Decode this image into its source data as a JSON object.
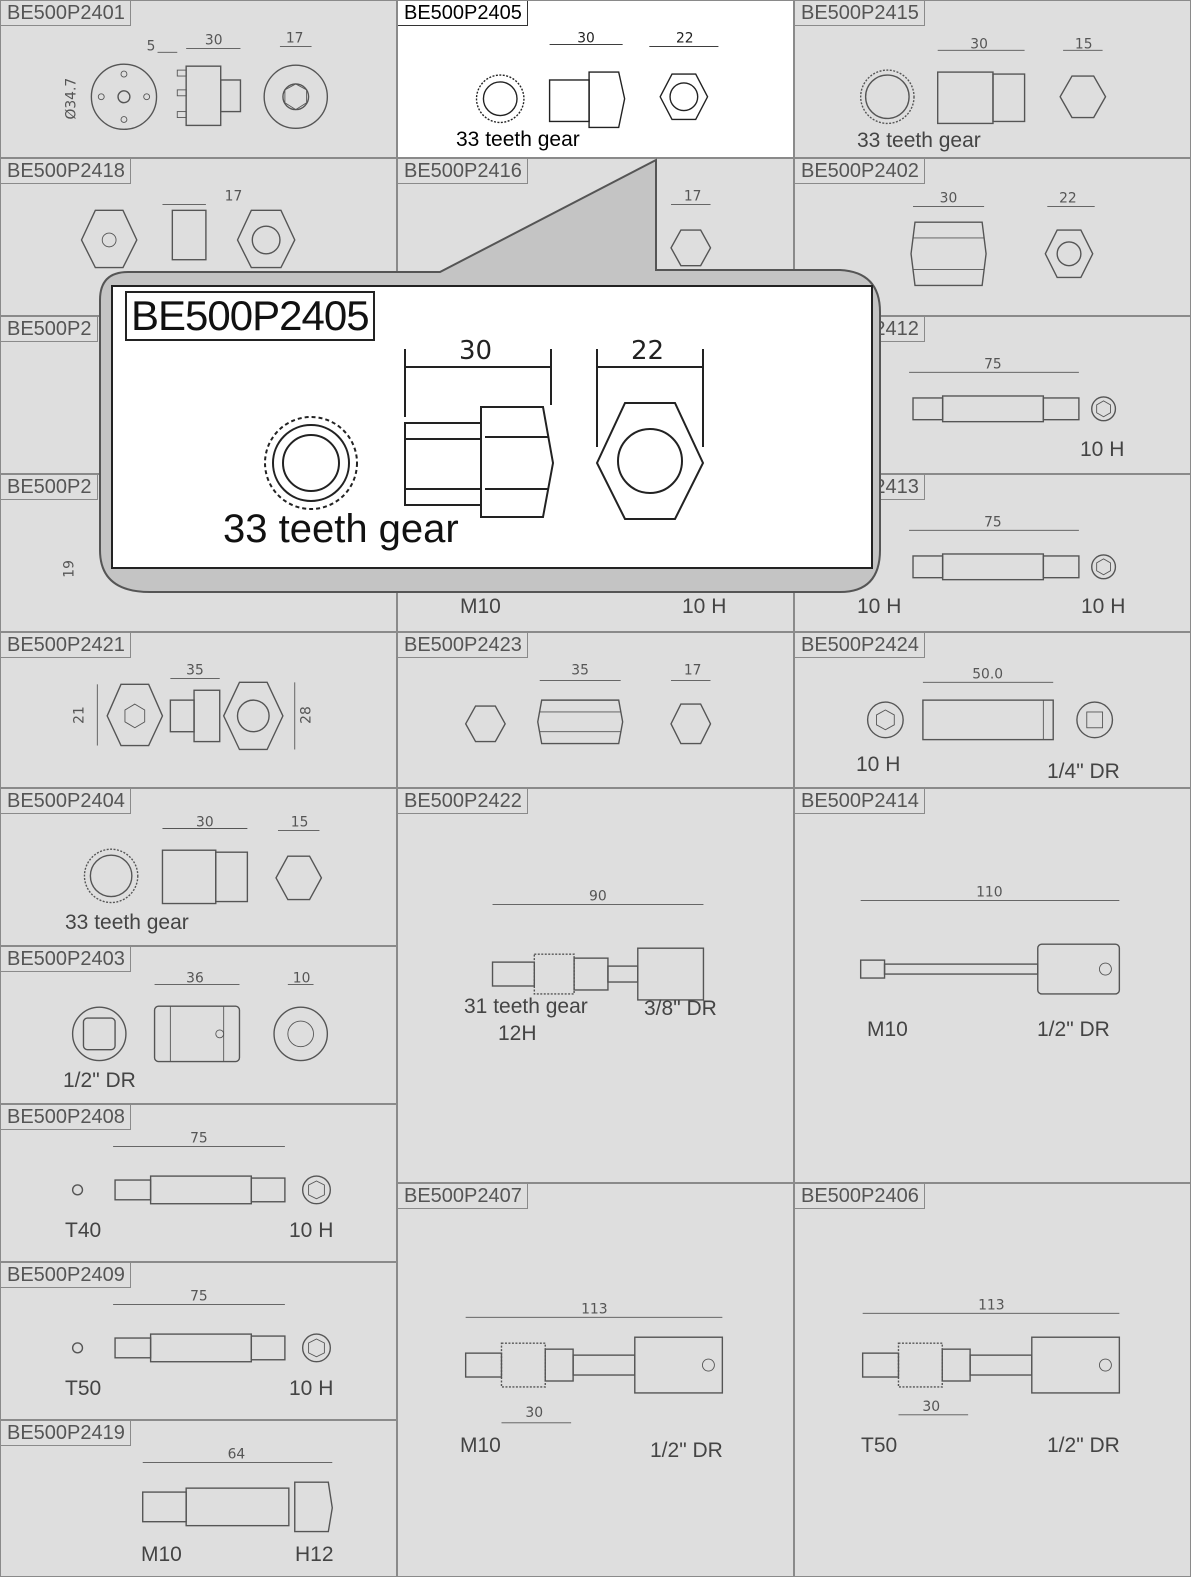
{
  "cells": {
    "p2401": {
      "code": "BE500P2401",
      "dims": [
        "5",
        "30",
        "17",
        "Ø34.7"
      ]
    },
    "p2405": {
      "code": "BE500P2405",
      "dims": [
        "30",
        "22"
      ],
      "label": "33 teeth gear"
    },
    "p2415": {
      "code": "BE500P2415",
      "dims": [
        "30",
        "15"
      ],
      "label": "33 teeth gear"
    },
    "p2418": {
      "code": "BE500P2418",
      "dims": [
        "17"
      ]
    },
    "p2416": {
      "code": "BE500P2416",
      "dims": [
        "17"
      ]
    },
    "p2402": {
      "code": "BE500P2402",
      "dims": [
        "30",
        "22"
      ]
    },
    "p2412": {
      "code": "BE500P2412",
      "dims": [
        "75"
      ],
      "labels": [
        "10 H"
      ]
    },
    "p2413": {
      "code": "BE500P2413",
      "dims": [
        "75"
      ],
      "labels": [
        "10 H",
        "10 H"
      ]
    },
    "p24xx_a": {
      "code": "BE500P2"
    },
    "p24xx_b": {
      "code": "BE500P2",
      "dims": [
        "19"
      ]
    },
    "mid_labels": [
      "M10",
      "10 H"
    ],
    "p2421": {
      "code": "BE500P2421",
      "dims": [
        "35",
        "21",
        "28"
      ]
    },
    "p2423": {
      "code": "BE500P2423",
      "dims": [
        "35",
        "17"
      ]
    },
    "p2424": {
      "code": "BE500P2424",
      "dims": [
        "50.0"
      ],
      "labels": [
        "10 H",
        "1/4\" DR"
      ]
    },
    "p2404": {
      "code": "BE500P2404",
      "dims": [
        "30",
        "15"
      ],
      "label": "33 teeth gear"
    },
    "p2422": {
      "code": "BE500P2422",
      "dims": [
        "90"
      ],
      "labels": [
        "31 teeth gear",
        "12H",
        "3/8\" DR"
      ]
    },
    "p2414": {
      "code": "BE500P2414",
      "dims": [
        "110"
      ],
      "labels": [
        "M10",
        "1/2\" DR"
      ]
    },
    "p2403": {
      "code": "BE500P2403",
      "dims": [
        "36",
        "10"
      ],
      "labels": [
        "1/2\" DR"
      ]
    },
    "p2408": {
      "code": "BE500P2408",
      "dims": [
        "75"
      ],
      "labels": [
        "T40",
        "10 H"
      ]
    },
    "p2409": {
      "code": "BE500P2409",
      "dims": [
        "75"
      ],
      "labels": [
        "T50",
        "10 H"
      ]
    },
    "p2419": {
      "code": "BE500P2419",
      "dims": [
        "64"
      ],
      "labels": [
        "M10",
        "H12"
      ]
    },
    "p2407": {
      "code": "BE500P2407",
      "dims": [
        "113",
        "30"
      ],
      "labels": [
        "M10",
        "1/2\" DR"
      ]
    },
    "p2406": {
      "code": "BE500P2406",
      "dims": [
        "113",
        "30"
      ],
      "labels": [
        "T50",
        "1/2\" DR"
      ]
    }
  },
  "zoom": {
    "code": "BE500P2405",
    "dims": [
      "30",
      "22"
    ],
    "label": "33 teeth gear"
  }
}
